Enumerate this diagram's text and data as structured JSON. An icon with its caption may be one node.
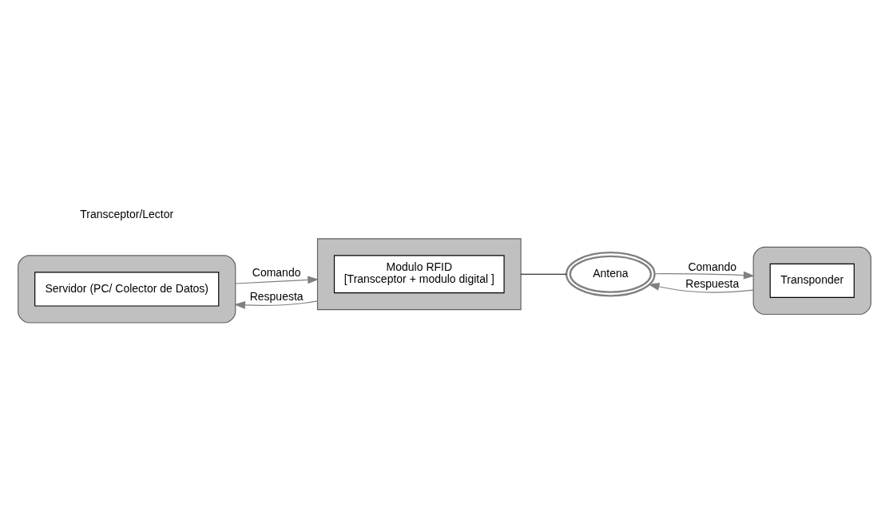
{
  "diagram": {
    "nodes": [
      {
        "text": [],
        "shape": "box"
      },
      {
        "text": [
          "Servidor (PC/ Colector de Datos)"
        ],
        "in": 0
      },
      {
        "text": [],
        "shape": "box"
      },
      {
        "text": [
          "Modulo RFID",
          "[Transceptor + modulo digital ]"
        ],
        "in": 2
      },
      {
        "text": [
          "Antena"
        ]
      },
      {
        "text": [],
        "shape": "box"
      },
      {
        "text": [
          "Transponder"
        ],
        "in": 5
      }
    ],
    "edges": [
      {
        "from": 0,
        "to": 2,
        "arrow": "to",
        "label": "Comando"
      },
      {
        "from": 2,
        "to": 0,
        "arrow": "to",
        "label": "Respuesta"
      },
      {
        "from": 2,
        "to": 4,
        "arrow": "none",
        "color": "#000000"
      },
      {
        "from": 4,
        "to": 5,
        "arrow": "to",
        "label": "Comando"
      },
      {
        "from": 5,
        "to": 4,
        "arrow": "to",
        "label": "Respuesta"
      }
    ],
    "labels": [
      "Transceptor/Lector"
    ]
  }
}
